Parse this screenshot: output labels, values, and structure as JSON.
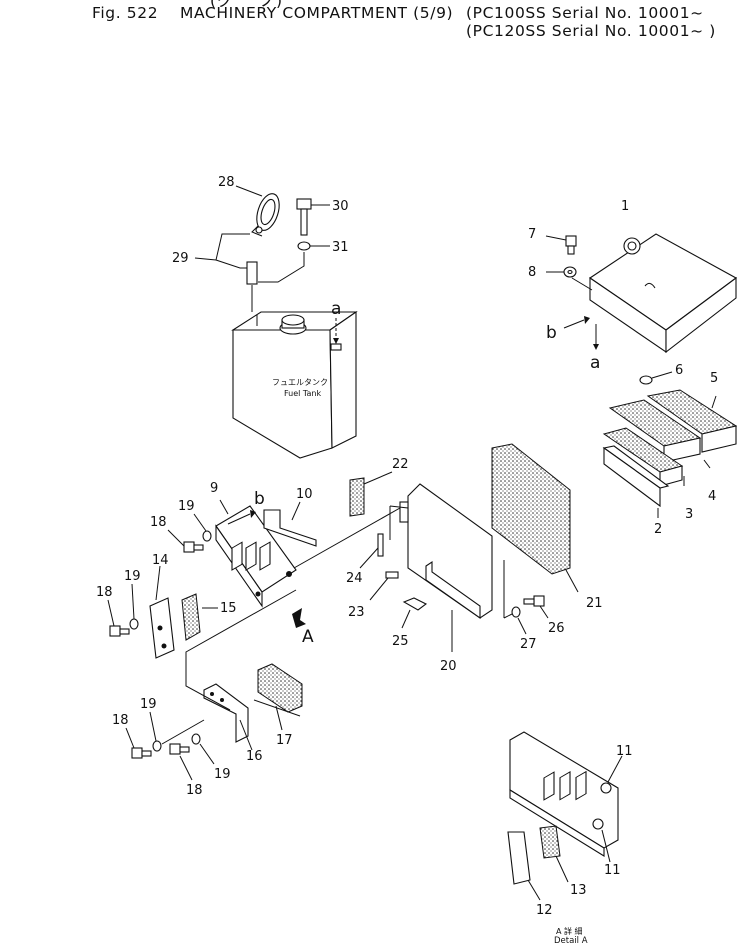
{
  "header": {
    "top_partial": "(ク ゜ ノ)",
    "figure": "Fig. 522",
    "title": "MACHINERY COMPARTMENT (5/9)",
    "serial_1": "(PC100SS Serial No. 10001~",
    "serial_2": "(PC120SS Serial No. 10001~ )"
  },
  "tank": {
    "label_jp": "フュエルタンク",
    "label_en": "Fuel Tank"
  },
  "detail": {
    "label_jp": "A 詳 細",
    "label_en": "Detail A"
  },
  "callouts": {
    "p1": "1",
    "p2": "2",
    "p3": "3",
    "p4": "4",
    "p5": "5",
    "p6": "6",
    "p7": "7",
    "p8": "8",
    "p9": "9",
    "p10": "10",
    "p11a": "11",
    "p11b": "11",
    "p12": "12",
    "p13": "13",
    "p14": "14",
    "p15": "15",
    "p16": "16",
    "p17": "17",
    "p18a": "18",
    "p18b": "18",
    "p18c": "18",
    "p18d": "18",
    "p19a": "19",
    "p19b": "19",
    "p19c": "19",
    "p19d": "19",
    "p20": "20",
    "p21": "21",
    "p22": "22",
    "p23": "23",
    "p24": "24",
    "p25": "25",
    "p26": "26",
    "p27": "27",
    "p28": "28",
    "p29": "29",
    "p30": "30",
    "p31": "31"
  },
  "markers": {
    "a1": "a",
    "a2": "a",
    "b1": "b",
    "b2": "b",
    "A": "A"
  }
}
